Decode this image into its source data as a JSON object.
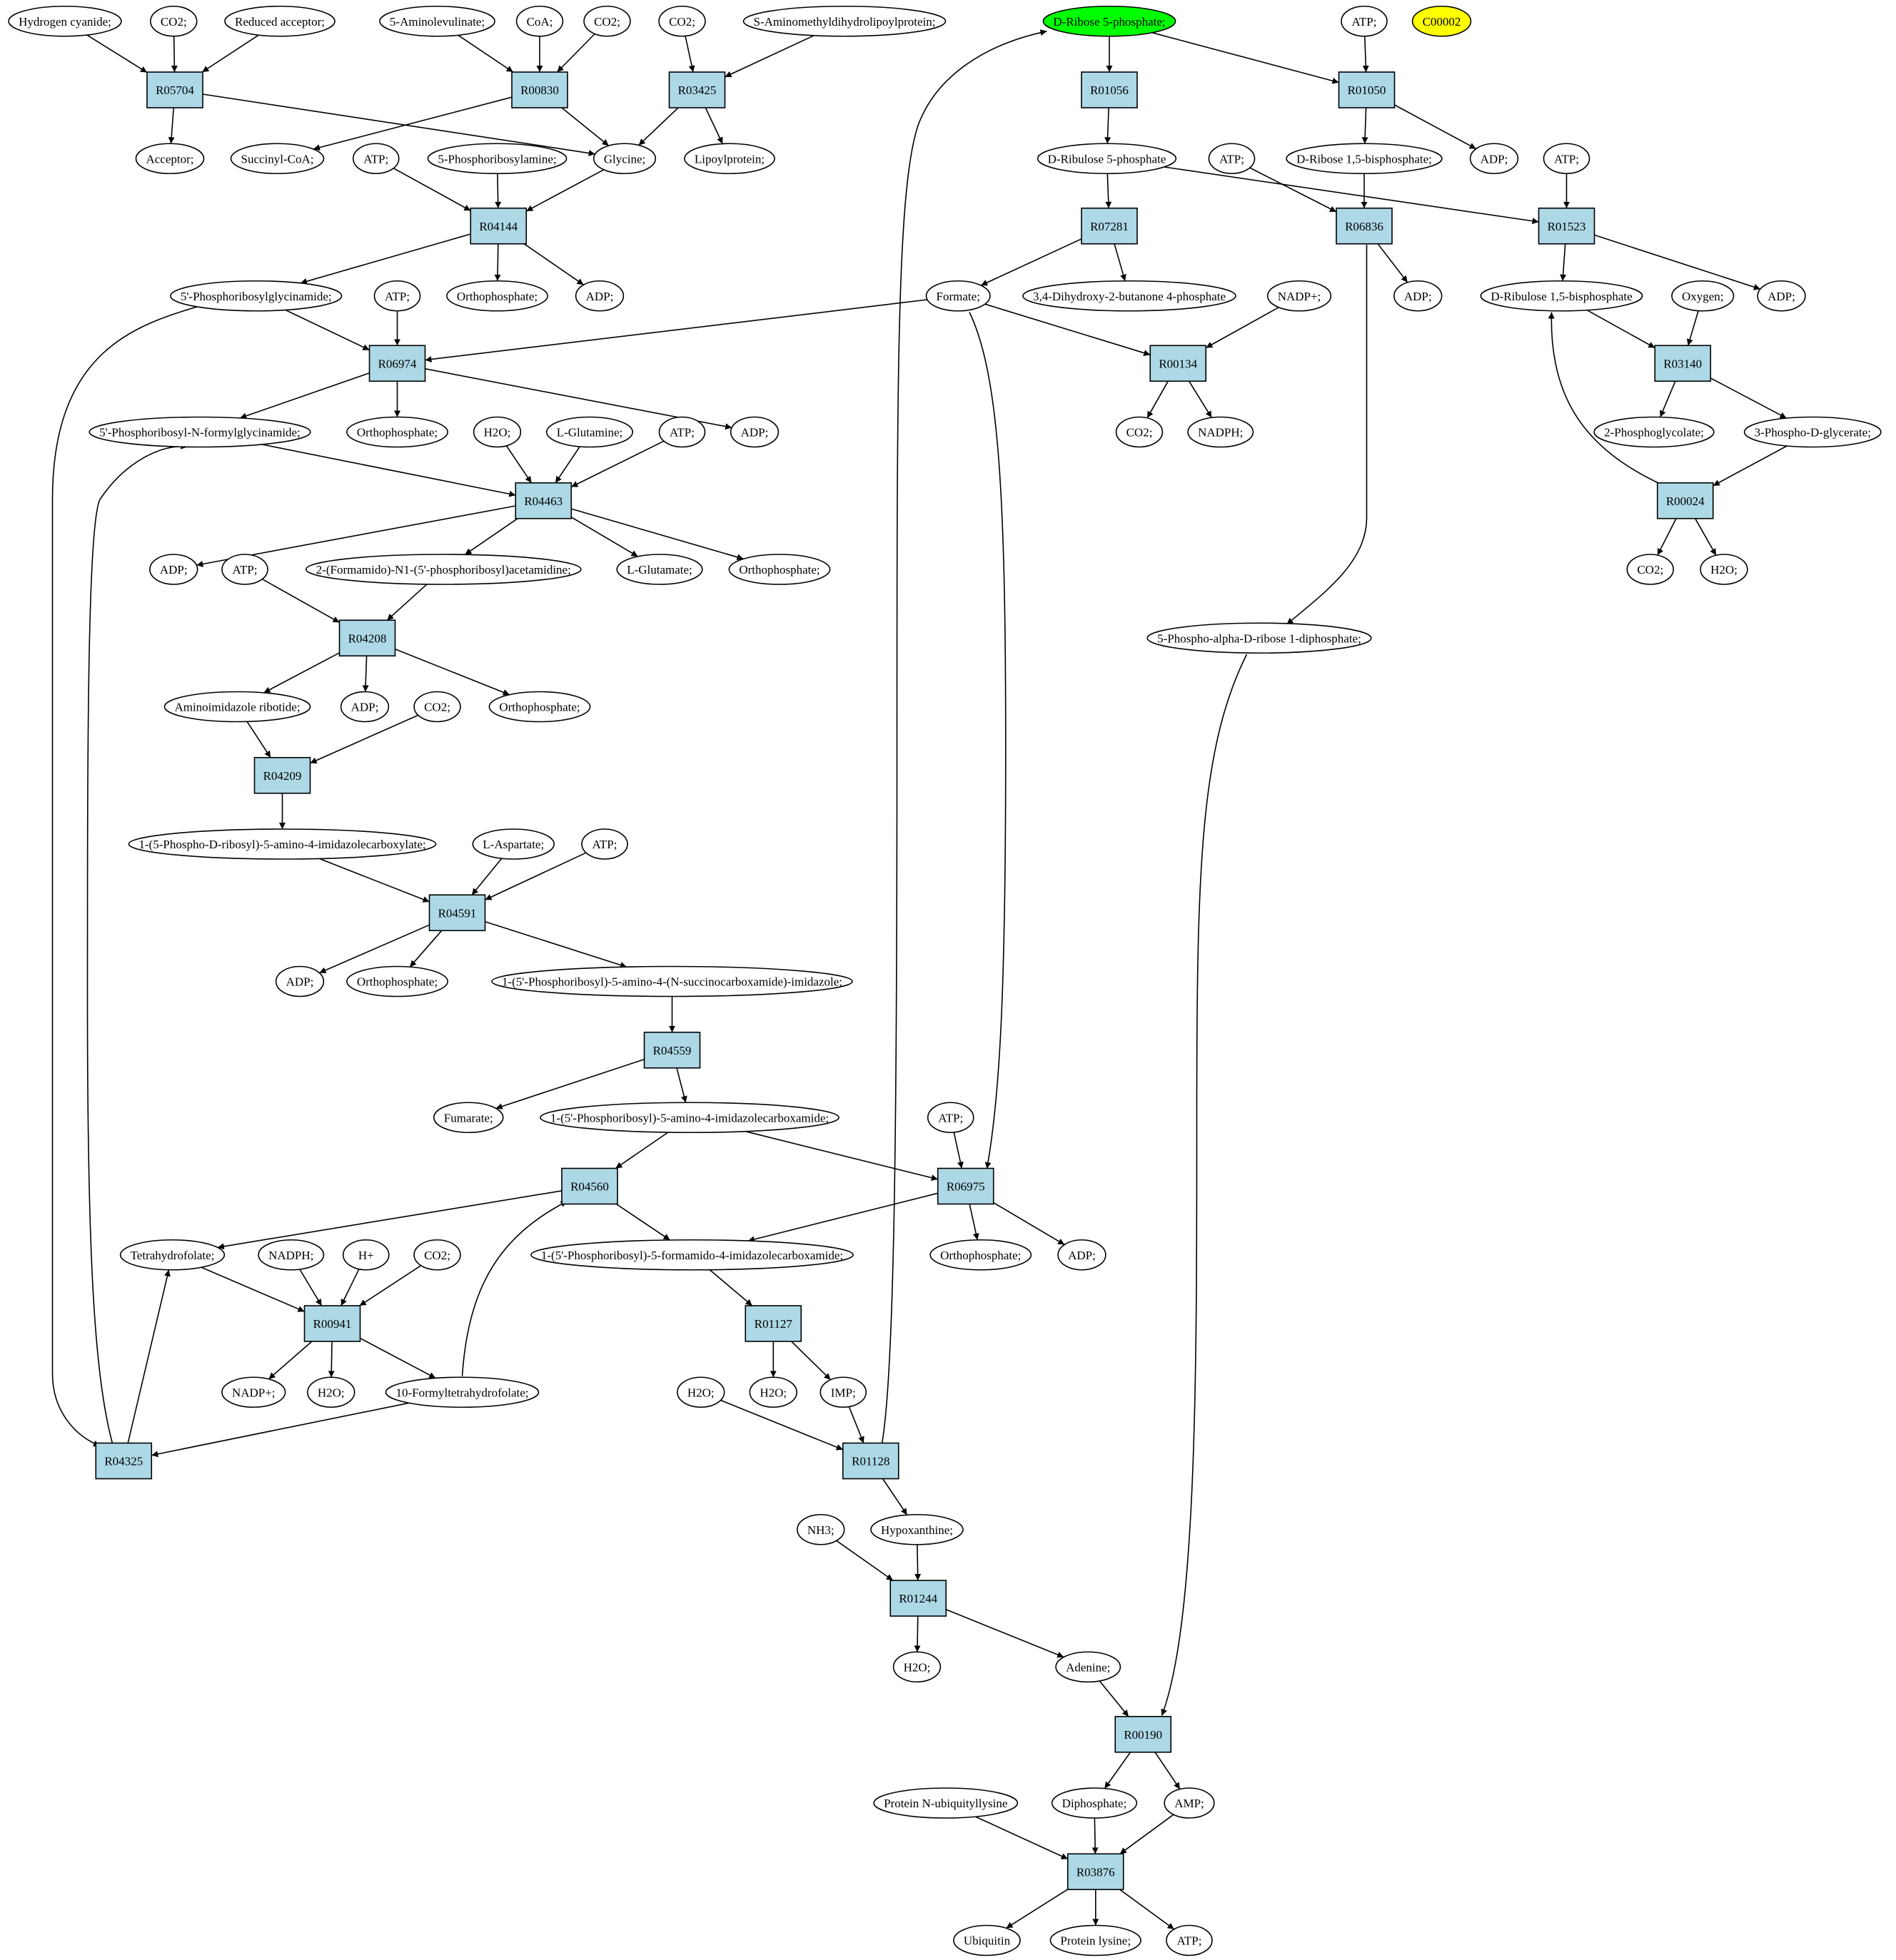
{
  "colors": {
    "reaction_fill": "#add8e6",
    "metabolite_fill": "#ffffff",
    "highlight_start": "#00ff00",
    "highlight_query": "#ffff00",
    "stroke": "#000000"
  },
  "nodes": {
    "c01": "Hydrogen cyanide;",
    "c02": "CO2;",
    "c03": "Reduced acceptor;",
    "c04": "5-Aminolevulinate;",
    "c05": "CoA;",
    "c06": "CO2;",
    "c07": "CO2;",
    "c08": "S-Aminomethyldihydrolipoylprotein;",
    "c09": "D-Ribose 5-phosphate;",
    "c10": "ATP;",
    "c11": "C00002",
    "r01": "R05704",
    "r02": "R00830",
    "r03": "R03425",
    "r04": "R01056",
    "r05": "R01050",
    "c12": "Acceptor;",
    "c13": "Succinyl-CoA;",
    "c14": "ATP;",
    "c15": "5-Phosphoribosylamine;",
    "c16": "Glycine;",
    "c17": "Lipoylprotein;",
    "c18": "D-Ribulose 5-phosphate",
    "c19": "ATP;",
    "c20": "D-Ribose 1,5-bisphosphate;",
    "c21": "ADP;",
    "c22": "ATP;",
    "r06": "R04144",
    "r07": "R07281",
    "r08": "R06836",
    "r09": "R01523",
    "c23": "5'-Phosphoribosylglycinamide;",
    "c24": "ATP;",
    "c25": "Orthophosphate;",
    "c26": "ADP;",
    "c27": "Formate;",
    "c28": "3,4-Dihydroxy-2-butanone 4-phosphate",
    "c29": "NADP+;",
    "c30": "ADP;",
    "c31": "D-Ribulose 1,5-bisphosphate",
    "c32": "Oxygen;",
    "c33": "ADP;",
    "r10": "R06974",
    "r11": "R00134",
    "r12": "R03140",
    "c34": "5'-Phosphoribosyl-N-formylglycinamide;",
    "c35": "Orthophosphate;",
    "c36": "H2O;",
    "c37": "L-Glutamine;",
    "c38": "ATP;",
    "c39": "ADP;",
    "c40": "CO2;",
    "c41": "NADPH;",
    "c42": "2-Phosphoglycolate;",
    "c43": "3-Phospho-D-glycerate;",
    "r13": "R04463",
    "r14": "R00024",
    "c44": "ADP;",
    "c45": "ATP;",
    "c46": "2-(Formamido)-N1-(5'-phosphoribosyl)acetamidine;",
    "c47": "L-Glutamate;",
    "c48": "Orthophosphate;",
    "c49": "CO2;",
    "c50": "H2O;",
    "c51": "5-Phospho-alpha-D-ribose 1-diphosphate;",
    "r15": "R04208",
    "c52": "Aminoimidazole ribotide;",
    "c53": "ADP;",
    "c54": "CO2;",
    "c55": "Orthophosphate;",
    "r16": "R04209",
    "c56": "1-(5-Phospho-D-ribosyl)-5-amino-4-imidazolecarboxylate;",
    "c57": "L-Aspartate;",
    "c58": "ATP;",
    "r17": "R04591",
    "c59": "ADP;",
    "c60": "Orthophosphate;",
    "c61": "1-(5'-Phosphoribosyl)-5-amino-4-(N-succinocarboxamide)-imidazole;",
    "r18": "R04559",
    "c62": "Fumarate;",
    "c63": "1-(5'-Phosphoribosyl)-5-amino-4-imidazolecarboxamide;",
    "c64": "ATP;",
    "r19": "R04560",
    "r20": "R06975",
    "c65": "Tetrahydrofolate;",
    "c66": "NADPH;",
    "c67": "H+",
    "c68": "CO2;",
    "c69": "1-(5'-Phosphoribosyl)-5-formamido-4-imidazolecarboxamide;",
    "c70": "Orthophosphate;",
    "c71": "ADP;",
    "r21": "R00941",
    "r22": "R01127",
    "c72": "NADP+;",
    "c73": "H2O;",
    "c74": "10-Formyltetrahydrofolate;",
    "c75": "H2O;",
    "c76": "H2O;",
    "c77": "IMP;",
    "r23": "R04325",
    "r24": "R01128",
    "c78": "NH3;",
    "c79": "Hypoxanthine;",
    "r25": "R01244",
    "c80": "H2O;",
    "c81": "Adenine;",
    "r26": "R00190",
    "c82": "Protein N-ubiquityllysine",
    "c83": "Diphosphate;",
    "c84": "AMP;",
    "r27": "R03876",
    "c85": "Ubiquitin",
    "c86": "Protein lysine;",
    "c87": "ATP;"
  }
}
